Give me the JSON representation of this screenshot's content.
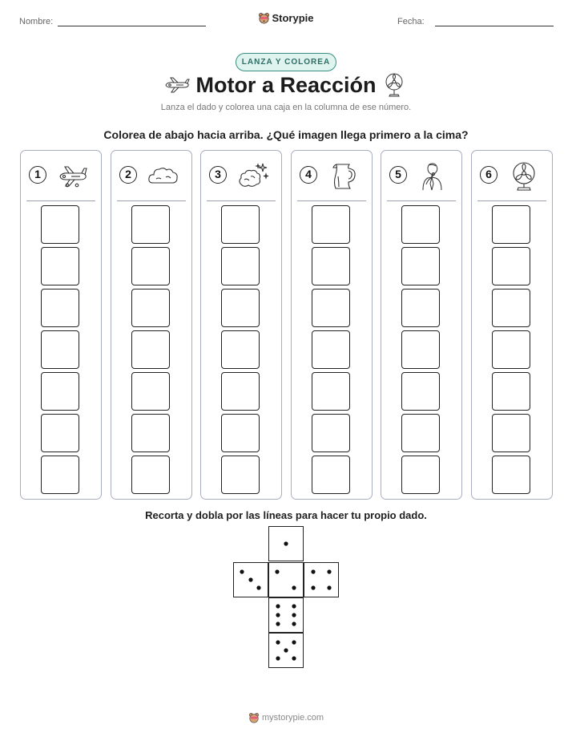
{
  "header": {
    "name_label": "Nombre:",
    "date_label": "Fecha:",
    "brand": "Storypie"
  },
  "badge": "LANZA Y COLOREA",
  "title": "Motor a Reacción",
  "subtitle": "Lanza el dado y colorea una caja en la columna de ese número.",
  "question": "Colorea de abajo hacia arriba. ¿Qué imagen llega primero a la cima?",
  "columns": [
    {
      "number": "1",
      "icon": "airplane-icon"
    },
    {
      "number": "2",
      "icon": "cloud-icon"
    },
    {
      "number": "3",
      "icon": "smoke-puff-icon"
    },
    {
      "number": "4",
      "icon": "jug-icon"
    },
    {
      "number": "5",
      "icon": "man-thinking-icon"
    },
    {
      "number": "6",
      "icon": "fan-icon"
    }
  ],
  "boxes_per_column": 7,
  "dice_instruction": "Recorta y dobla por las líneas para hacer tu propio dado.",
  "footer": "mystorypie.com"
}
